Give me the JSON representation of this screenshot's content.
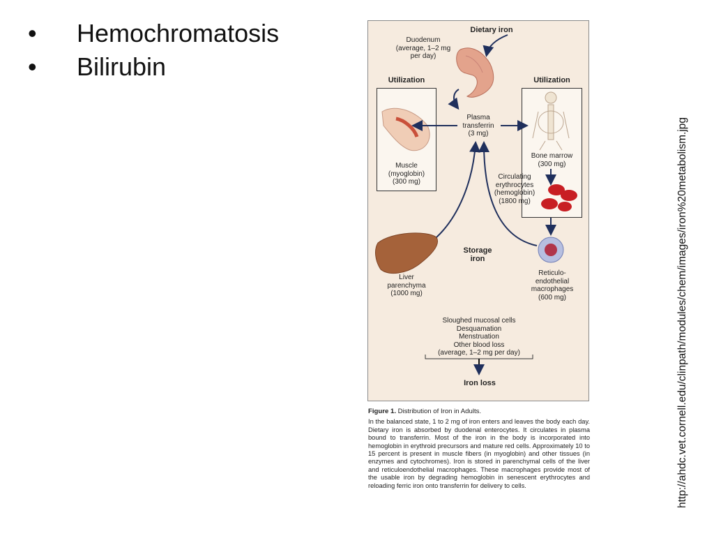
{
  "bullets": [
    "Hemochromatosis",
    "Bilirubin"
  ],
  "bullet_marker": "•",
  "figure": {
    "dietary_iron": "Dietary iron",
    "duodenum": "Duodenum\n(average, 1–2 mg\nper day)",
    "utilization_left": "Utilization",
    "utilization_right": "Utilization",
    "plasma": "Plasma\ntransferrin\n(3 mg)",
    "muscle": "Muscle\n(myoglobin)\n(300 mg)",
    "bone_marrow": "Bone marrow\n(300 mg)",
    "erythrocytes": "Circulating\nerythrocytes\n(hemoglobin)\n(1800 mg)",
    "storage": "Storage\niron",
    "liver": "Liver\nparenchyma\n(1000 mg)",
    "macrophages": "Reticulo-\nendothelial\nmacrophages\n(600 mg)",
    "losses": "Sloughed mucosal cells\nDesquamation\nMenstruation\nOther blood loss\n(average, 1–2 mg per day)",
    "iron_loss": "Iron loss"
  },
  "caption": {
    "label": "Figure 1.",
    "title": " Distribution of Iron in Adults.",
    "body": "In the balanced state, 1 to 2 mg of iron enters and leaves the body each day. Dietary iron is absorbed by duodenal enterocytes. It circulates in plasma bound to transferrin. Most of the iron in the body is incorporated into hemoglobin in erythroid precursors and mature red cells. Approximately 10 to 15 percent is present in muscle fibers (in myoglobin) and other tissues (in enzymes and cytochromes). Iron is stored in parenchymal cells of the liver and reticuloendothelial macrophages. These macrophages provide most of the usable iron by degrading hemoglobin in senescent erythrocytes and reloading ferric iron onto transferrin for delivery to cells."
  },
  "source_url": "http://ahdc.vet.cornell.edu/clinpath/modules/chem/images/iron%20metabolism.jpg",
  "colors": {
    "arrow": "#1f2f5c",
    "liver": "#a5623a",
    "rbc": "#c81e23",
    "duodenum": "#e3a38c",
    "figure_bg": "#f6ebdf"
  }
}
